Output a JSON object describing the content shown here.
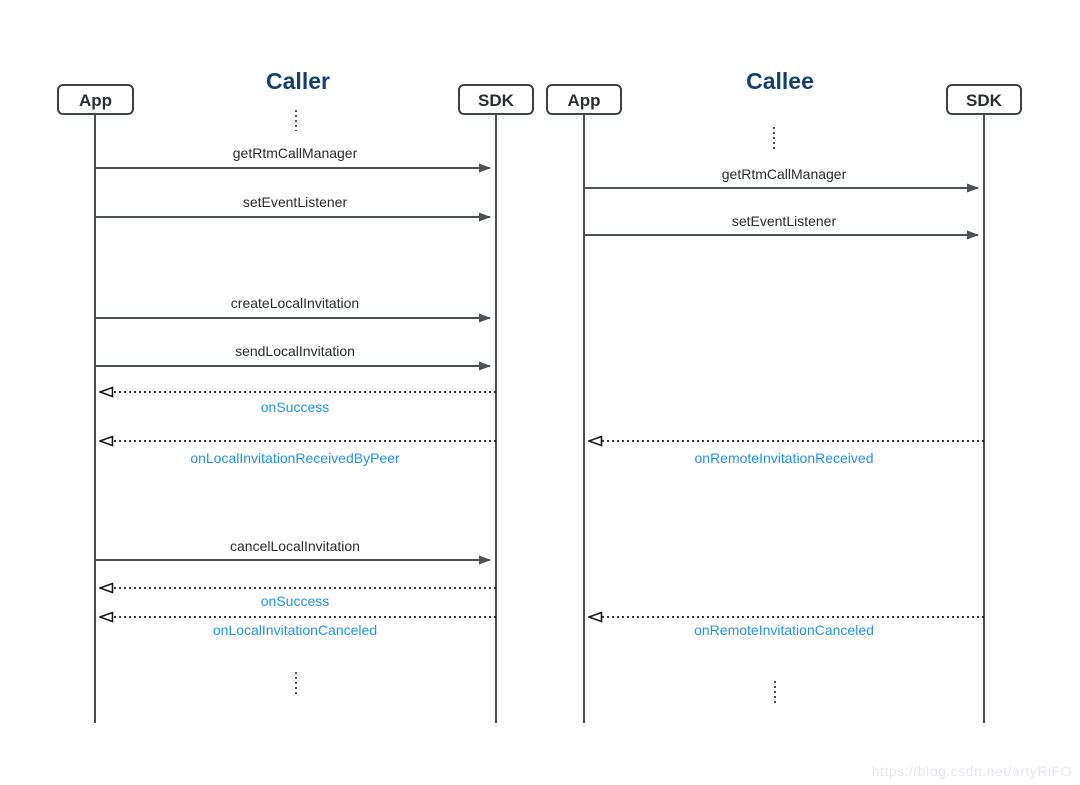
{
  "watermark": {
    "text": "https://blog.csdn.net/artyRiFO"
  },
  "colors": {
    "title": "#15406d",
    "message-label": "#2b2b2b",
    "callback-label": "#2492f0",
    "box-border": "#3d4245",
    "box-text": "#2b2e30",
    "lifeline": "#4a4e52",
    "solid-arrow": "#4d5154",
    "dotted-arrow": "#1a1a1a",
    "ellipsis": "#4f4f4f",
    "watermark": "#e5e5ea",
    "background": "#ffffff"
  },
  "caller": {
    "title": "Caller",
    "participants": [
      {
        "label": "App"
      },
      {
        "label": "SDK"
      }
    ],
    "messages": [
      {
        "label": "getRtmCallManager",
        "type": "call",
        "from": "App",
        "to": "SDK"
      },
      {
        "label": "setEventListener",
        "type": "call",
        "from": "App",
        "to": "SDK"
      },
      {
        "label": "createLocalInvitation",
        "type": "call",
        "from": "App",
        "to": "SDK"
      },
      {
        "label": "sendLocalInvitation",
        "type": "call",
        "from": "App",
        "to": "SDK"
      },
      {
        "label": "onSuccess",
        "type": "callback",
        "from": "SDK",
        "to": "App"
      },
      {
        "label": "onLocalInvitationReceivedByPeer",
        "type": "callback",
        "from": "SDK",
        "to": "App"
      },
      {
        "label": "cancelLocalInvitation",
        "type": "call",
        "from": "App",
        "to": "SDK"
      },
      {
        "label": "onSuccess",
        "type": "callback",
        "from": "SDK",
        "to": "App"
      },
      {
        "label": "onLocalInvitationCanceled",
        "type": "callback",
        "from": "SDK",
        "to": "App"
      }
    ]
  },
  "callee": {
    "title": "Callee",
    "participants": [
      {
        "label": "App"
      },
      {
        "label": "SDK"
      }
    ],
    "messages": [
      {
        "label": "getRtmCallManager",
        "type": "call",
        "from": "App",
        "to": "SDK"
      },
      {
        "label": "setEventListener",
        "type": "call",
        "from": "App",
        "to": "SDK"
      },
      {
        "label": "onRemoteInvitationReceived",
        "type": "callback",
        "from": "SDK",
        "to": "App"
      },
      {
        "label": "onRemoteInvitationCanceled",
        "type": "callback",
        "from": "SDK",
        "to": "App"
      }
    ]
  }
}
